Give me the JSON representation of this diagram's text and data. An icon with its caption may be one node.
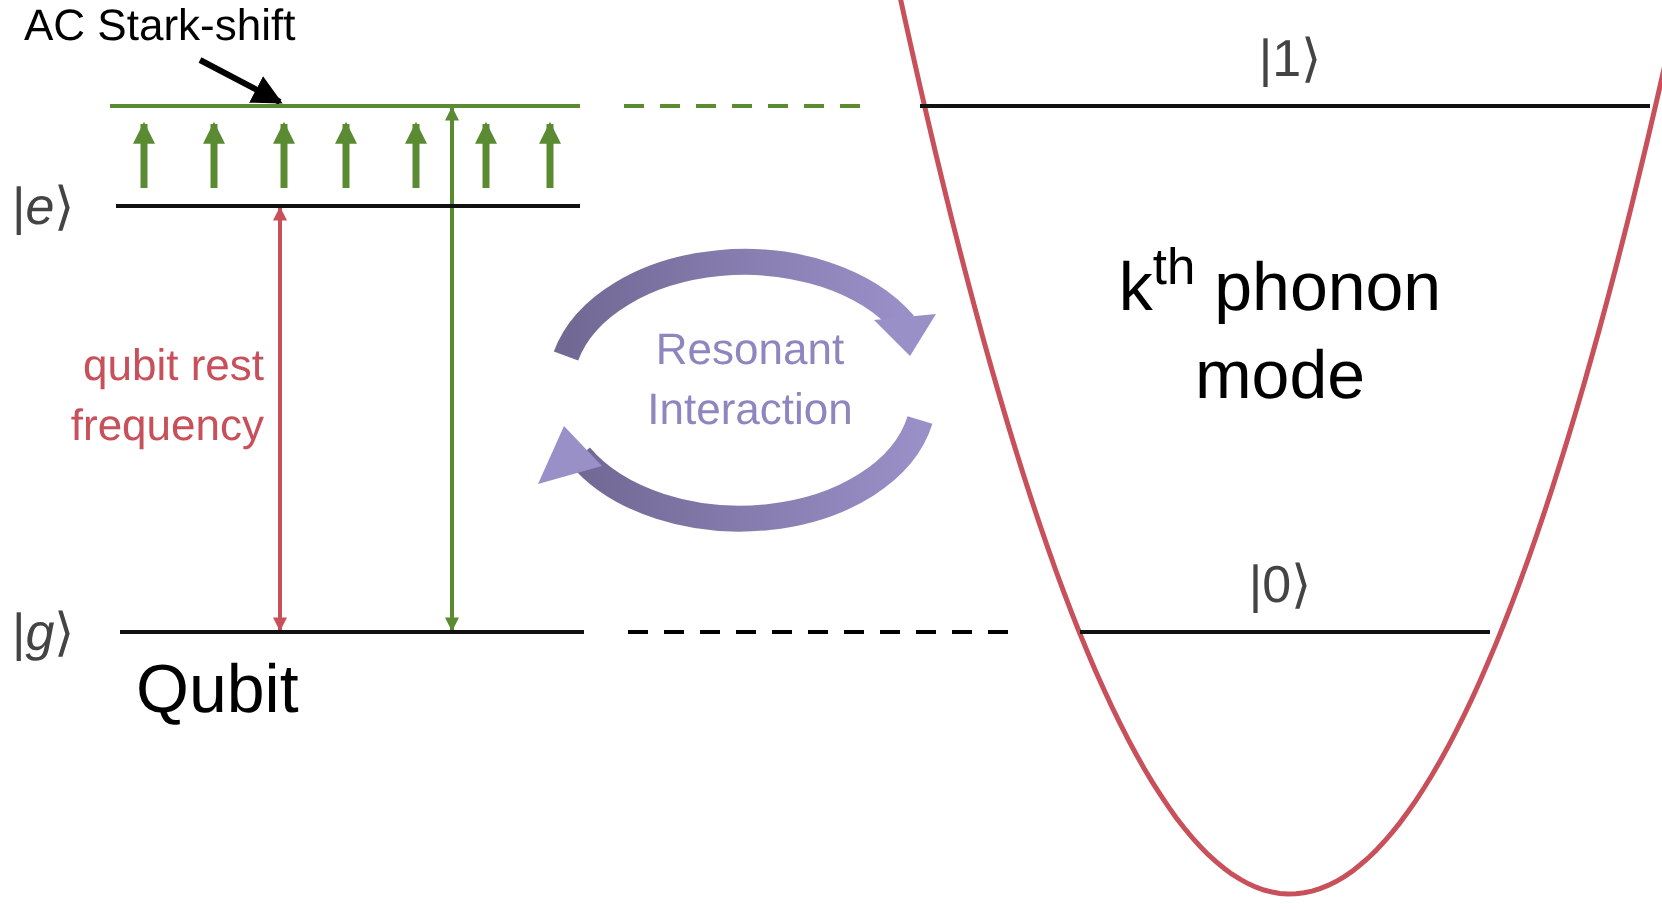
{
  "diagram": {
    "nodes": [
      {
        "text": [
          "|*e*⟩"
        ]
      },
      {
        "text": [
          "|*g*⟩"
        ]
      },
      {
        "text": [],
        "shape": "bar"
      },
      {
        "text": [
          "|1⟩"
        ]
      },
      {
        "text": [
          "|0⟩"
        ]
      },
      {
        "text": [
          "AC Stark-shift"
        ]
      }
    ],
    "edges": [
      {
        "from": 0,
        "to": 1,
        "arrow": "both",
        "label": "qubit rest frequency",
        "color": "#c8505a"
      },
      {
        "from": 2,
        "to": 1,
        "arrow": "both",
        "color": "#5a8a32"
      },
      {
        "from": 5,
        "to": 2,
        "arrow": "to",
        "color": "#000000"
      },
      {
        "from": 2,
        "to": 3,
        "arrow": "none",
        "style": "dashed",
        "color": "#5a8a32"
      },
      {
        "from": 1,
        "to": 4,
        "arrow": "none",
        "style": "dashed",
        "color": "#000000"
      },
      {
        "from": 0,
        "to": 2,
        "arrow": "to",
        "color": "#5a8a32"
      },
      {
        "from": 0,
        "to": 2,
        "arrow": "to",
        "color": "#5a8a32"
      },
      {
        "from": 0,
        "to": 2,
        "arrow": "to",
        "color": "#5a8a32"
      },
      {
        "from": 0,
        "to": 2,
        "arrow": "to",
        "color": "#5a8a32"
      },
      {
        "from": 0,
        "to": 2,
        "arrow": "to",
        "color": "#5a8a32"
      },
      {
        "from": 0,
        "to": 2,
        "arrow": "to",
        "color": "#5a8a32"
      },
      {
        "from": 0,
        "to": 2,
        "arrow": "to",
        "color": "#5a8a32"
      }
    ],
    "labels": [
      "Qubit",
      "Resonant Interaction",
      "k$^{th}$ phonon mode"
    ]
  }
}
